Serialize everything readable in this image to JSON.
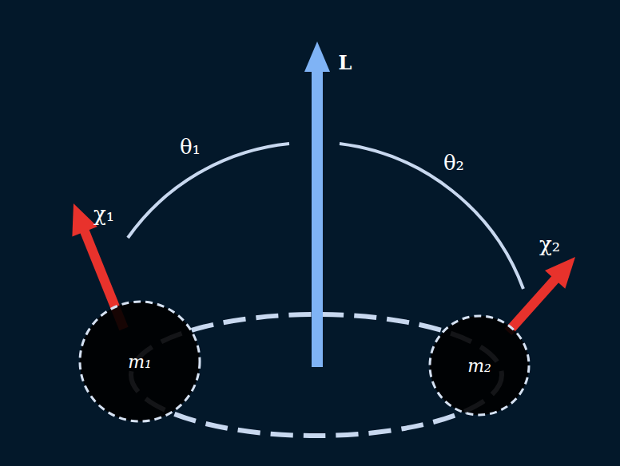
{
  "diagram": {
    "nodes": [
      {
        "text": [
          "m₁"
        ]
      },
      {
        "text": [
          "m₂"
        ]
      }
    ],
    "labels": [
      "L",
      "θ₁",
      "θ₂",
      "χ₁",
      "χ₂"
    ]
  }
}
